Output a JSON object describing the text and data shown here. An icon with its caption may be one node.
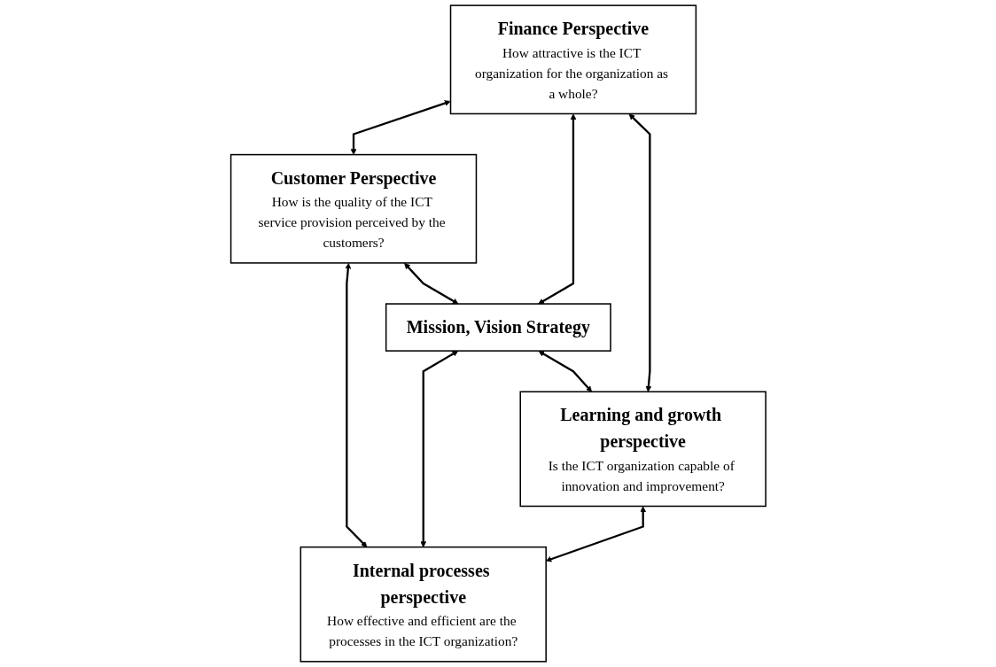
{
  "diagram": {
    "nodes": [
      {
        "text": [
          "Customer Perspective",
          "How is the quality of the ICT service provision perceived by the customers?"
        ]
      },
      {
        "text": [
          "Finance Perspective",
          "How attractive is the ICT organization for the organization as a whole?"
        ]
      },
      {
        "text": [
          "Mission, Vision Strategy"
        ]
      },
      {
        "text": [
          "Internal processes perspective",
          "How effective and efficient are the processes in the ICT organization?"
        ]
      },
      {
        "text": [
          "Learning and growth perspective",
          "Is the ICT organization capable of innovation and improvement?"
        ]
      }
    ],
    "edges": [
      {
        "from": 1,
        "to": 0,
        "arrow": "both"
      },
      {
        "from": 0,
        "to": 3,
        "arrow": "both"
      },
      {
        "from": 0,
        "to": 2,
        "arrow": "both"
      },
      {
        "from": 1,
        "to": 2,
        "arrow": "both"
      },
      {
        "from": 2,
        "to": 3,
        "arrow": "both"
      },
      {
        "from": 2,
        "to": 4,
        "arrow": "both"
      },
      {
        "from": 1,
        "to": 4,
        "arrow": "both"
      },
      {
        "from": 4,
        "to": 3,
        "arrow": "both"
      }
    ]
  }
}
